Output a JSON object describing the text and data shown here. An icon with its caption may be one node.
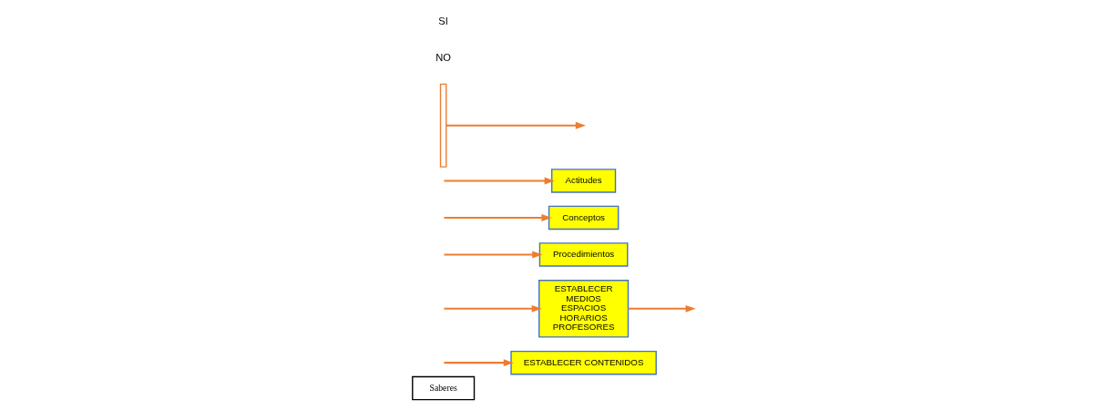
{
  "diagram": {
    "nodes": [
      {
        "text": [
          "Saberes"
        ]
      },
      {
        "text": [
          "ESTABLECER CONTENIDOS"
        ]
      },
      {
        "text": [
          "ESTABLECER",
          "MEDIOS",
          "ESPACIOS",
          "HORARIOS",
          "PROFESORES"
        ]
      },
      {
        "text": [
          "Procedimientos"
        ]
      },
      {
        "text": [
          "Conceptos"
        ]
      },
      {
        "text": [
          "Actitudes"
        ]
      },
      {
        "text": [],
        "shape": "bracket"
      }
    ],
    "edges": [
      {
        "from": null,
        "to": 1,
        "arrow": "to"
      },
      {
        "from": null,
        "to": 2,
        "arrow": "to"
      },
      {
        "from": null,
        "to": 3,
        "arrow": "to"
      },
      {
        "from": null,
        "to": 4,
        "arrow": "to"
      },
      {
        "from": null,
        "to": 5,
        "arrow": "to"
      },
      {
        "from": 6,
        "to": null,
        "arrow": "to"
      },
      {
        "from": 2,
        "to": null,
        "arrow": "to"
      }
    ],
    "labels": [
      "NO",
      "SI"
    ]
  }
}
